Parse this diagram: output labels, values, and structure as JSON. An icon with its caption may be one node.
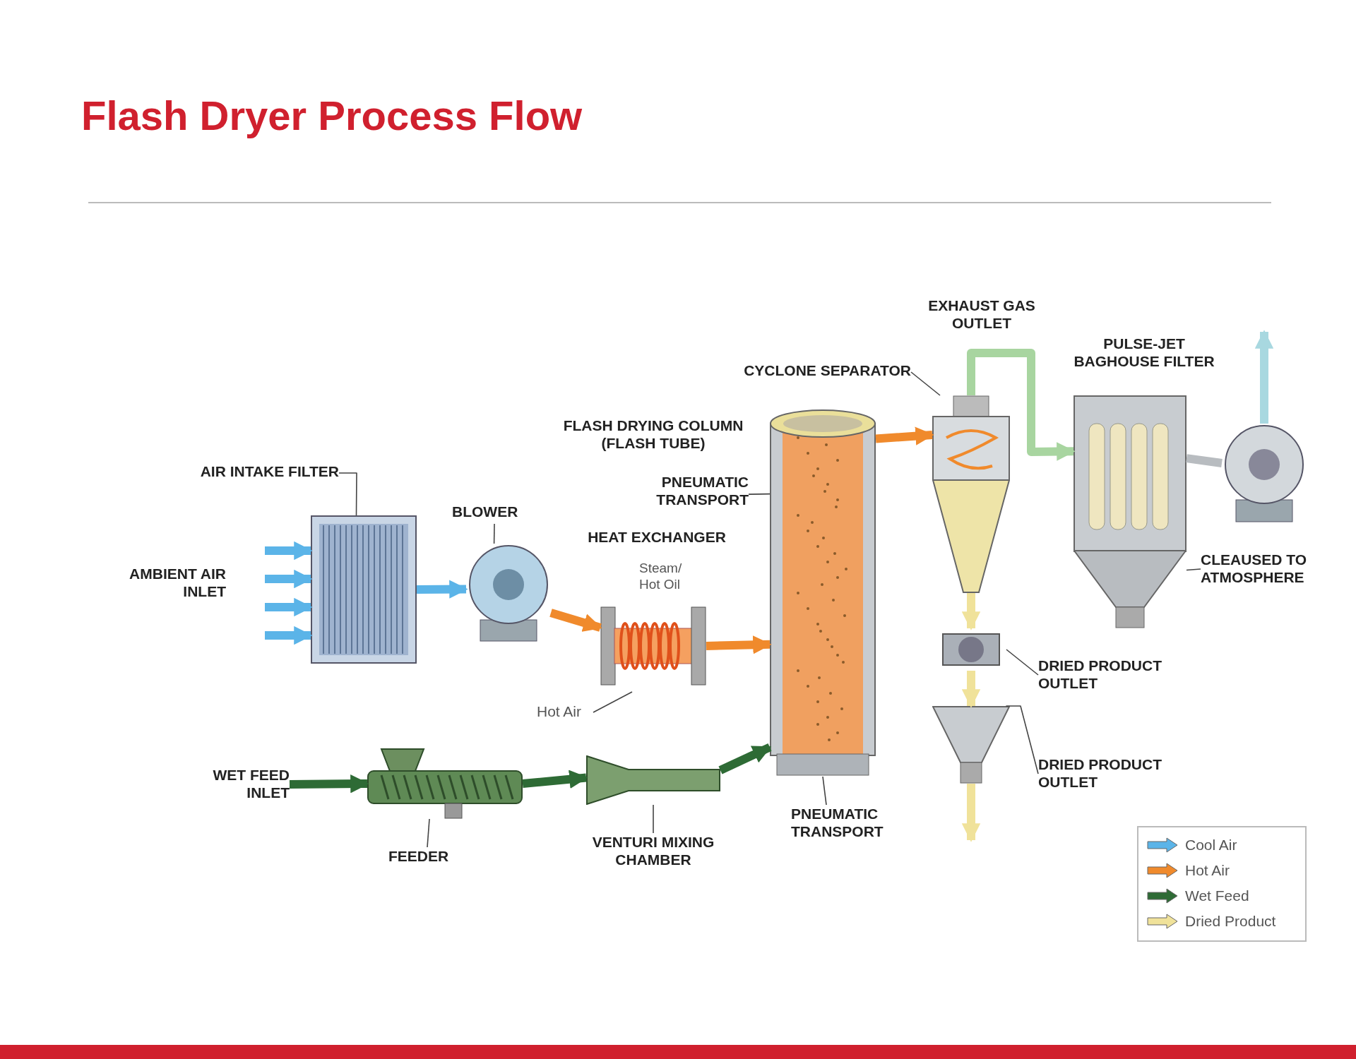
{
  "diagram": {
    "title": "Flash Dryer Process Flow",
    "nodes": [
      {
        "text": [
          "AIR INTAKE FILTER"
        ]
      },
      {
        "text": [
          "BLOWER"
        ]
      },
      {
        "text": [
          "PNEUMATIC TRANSPORT"
        ]
      },
      {
        "text": [
          "CYCLONE SEPARATOR"
        ]
      },
      {
        "text": [
          "CLEAUSED TO ATMOSPHERE"
        ]
      },
      {
        "text": [
          "DRIED PRODUCT OUTLET"
        ]
      },
      {
        "text": [
          "DRIED PRODUCT OUTLET"
        ]
      },
      {
        "text": [
          "WET FEED INLET"
        ]
      },
      {
        "text": [
          "FEEDER"
        ]
      },
      {
        "text": [
          "VENTURI MIXING CHAMBER"
        ]
      },
      {
        "text": [
          "PNEUMATIC TRANSPORT"
        ]
      },
      {
        "text": [
          "Hot Air"
        ]
      },
      {
        "text": [],
        "shape": "picture"
      },
      {
        "text": [],
        "shape": "picture"
      },
      {
        "text": [],
        "shape": "picture"
      },
      {
        "text": [],
        "shape": "picture"
      },
      {
        "text": [],
        "shape": "picture"
      },
      {
        "text": [],
        "shape": "picture"
      },
      {
        "text": [],
        "shape": "picture"
      },
      {
        "text": [],
        "shape": "picture"
      },
      {
        "text": [],
        "shape": "picture"
      },
      {
        "text": [],
        "shape": "picture"
      },
      {
        "text": [],
        "shape": "picture"
      }
    ],
    "edges": [
      {
        "from": 0,
        "to": 12,
        "arrow": "none"
      },
      {
        "from": 1,
        "to": 13,
        "arrow": "none"
      },
      {
        "from": 2,
        "to": 15,
        "arrow": "none"
      },
      {
        "from": 3,
        "to": 16,
        "arrow": "none"
      },
      {
        "from": 4,
        "to": 17,
        "arrow": "none"
      },
      {
        "from": 5,
        "to": 19,
        "arrow": "none"
      },
      {
        "from": 6,
        "to": 20,
        "arrow": "none"
      },
      {
        "from": 8,
        "to": 21,
        "arrow": "none"
      },
      {
        "from": 9,
        "to": 22,
        "arrow": "none"
      },
      {
        "from": 10,
        "to": 15,
        "arrow": "none"
      },
      {
        "from": 11,
        "to": 14,
        "arrow": "none"
      },
      {
        "from": null,
        "to": 12,
        "arrow": "to",
        "color": "#5bb4e8"
      },
      {
        "from": null,
        "to": 12,
        "arrow": "to",
        "color": "#5bb4e8"
      },
      {
        "from": null,
        "to": 12,
        "arrow": "to",
        "color": "#5bb4e8"
      },
      {
        "from": null,
        "to": 12,
        "arrow": "to",
        "color": "#5bb4e8"
      },
      {
        "from": 12,
        "to": 13,
        "arrow": "to",
        "color": "#5bb4e8"
      },
      {
        "from": 13,
        "to": 14,
        "arrow": "to",
        "color": "#f08a2c"
      },
      {
        "from": 14,
        "to": 15,
        "arrow": "to",
        "color": "#f08a2c"
      },
      {
        "from": 7,
        "to": 21,
        "arrow": "to",
        "color": "#2e6b35"
      },
      {
        "from": 21,
        "to": 22,
        "arrow": "to",
        "color": "#2e6b35"
      },
      {
        "from": 22,
        "to": 15,
        "arrow": "to",
        "color": "#2e6b35"
      },
      {
        "from": 15,
        "to": 16,
        "arrow": "to",
        "color": "#f08a2c"
      },
      {
        "from": 16,
        "to": 17,
        "arrow": "to",
        "color": "#a8d5a0"
      },
      {
        "from": 17,
        "to": 18,
        "arrow": "none",
        "color": "#b8bcc0"
      },
      {
        "from": 18,
        "to": null,
        "arrow": "to",
        "color": "#a8d8e0"
      },
      {
        "from": 16,
        "to": 19,
        "arrow": "to",
        "color": "#f0e29a"
      },
      {
        "from": 19,
        "to": 20,
        "arrow": "to",
        "color": "#f0e29a"
      },
      {
        "from": 20,
        "to": null,
        "arrow": "to",
        "color": "#f0e29a"
      }
    ],
    "labels": [
      "EXHAUST GAS OUTLET",
      "PULSE-JET BAGHOUSE FILTER",
      "FLASH DRYING COLUMN (FLASH TUBE)",
      "HEAT EXCHANGER",
      "Steam/ Hot Oil",
      "AMBIENT AIR INLET"
    ],
    "legend": [
      {
        "text": "Cool Air",
        "color": "#5bb4e8"
      },
      {
        "text": "Hot Air",
        "color": "#f08a2c"
      },
      {
        "text": "Wet Feed",
        "color": "#2e6b35"
      },
      {
        "text": "Dried Product",
        "color": "#f0e29a"
      }
    ]
  }
}
